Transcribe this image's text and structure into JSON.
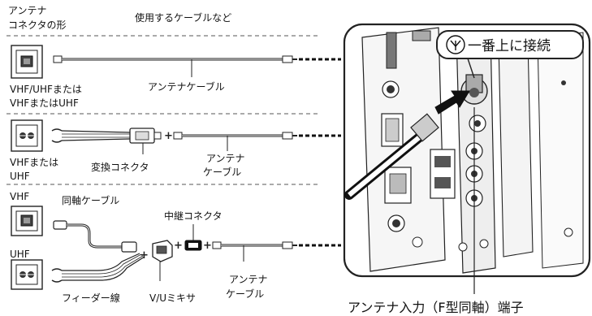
{
  "header": {
    "col1_line1": "アンテナ",
    "col1_line2": "コネクタの形",
    "col2": "使用するケーブルなど"
  },
  "row1": {
    "connector_line1": "VHF/UHFまたは",
    "connector_line2": "VHFまたはUHF",
    "cable": "アンテナケーブル"
  },
  "row2": {
    "connector_line1": "VHFまたは",
    "connector_line2": "UHF",
    "adapter": "変換コネクタ",
    "cable_line1": "アンテナ",
    "cable_line2": "ケーブル"
  },
  "row3": {
    "vhf": "VHF",
    "coax": "同軸ケーブル",
    "relay": "中継コネクタ",
    "uhf": "UHF",
    "feeder": "フィーダー線",
    "mixer": "V/Uミキサ",
    "cable_line1": "アンテナ",
    "cable_line2": "ケーブル"
  },
  "pc": {
    "callout": "一番上に接続",
    "port_label": "アンテナ入力（F型同軸）端子"
  }
}
